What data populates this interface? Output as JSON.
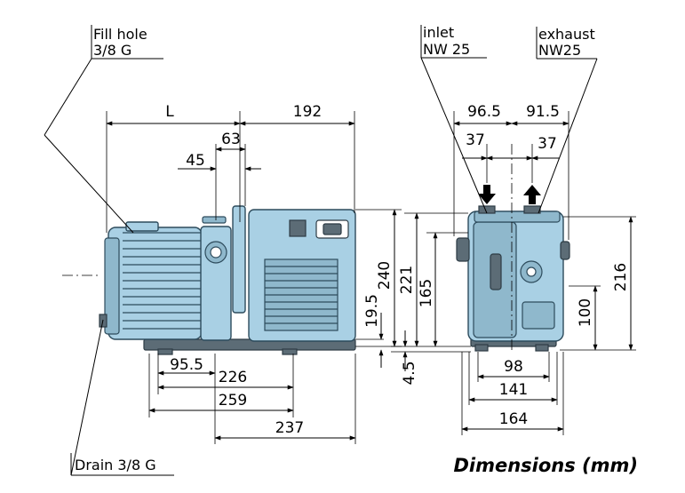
{
  "labels": {
    "fill_hole_line1": "Fill hole",
    "fill_hole_line2": "3/8 G",
    "inlet_line1": "inlet",
    "inlet_line2": "NW 25",
    "exhaust_line1": "exhaust",
    "exhaust_line2": "NW25",
    "drain": "Drain 3/8 G",
    "caption": "Dimensions (mm)"
  },
  "side_view": {
    "length_symbol": "L",
    "d_192": "192",
    "d_63": "63",
    "d_45": "45",
    "d_240": "240",
    "d_19_5": "19.5",
    "d_95_5": "95.5",
    "d_226": "226",
    "d_259": "259",
    "d_237": "237"
  },
  "front_view": {
    "d_96_5": "96.5",
    "d_91_5": "91.5",
    "d_37_left": "37",
    "d_37_right": "37",
    "d_221": "221",
    "d_165": "165",
    "d_4_5": "4.5",
    "d_216": "216",
    "d_100": "100",
    "d_98": "98",
    "d_141": "141",
    "d_164": "164"
  },
  "colors": {
    "pump_body": "#a9d0e4",
    "pump_outline": "#2d4b5c",
    "pump_dark": "#5c6c76"
  }
}
